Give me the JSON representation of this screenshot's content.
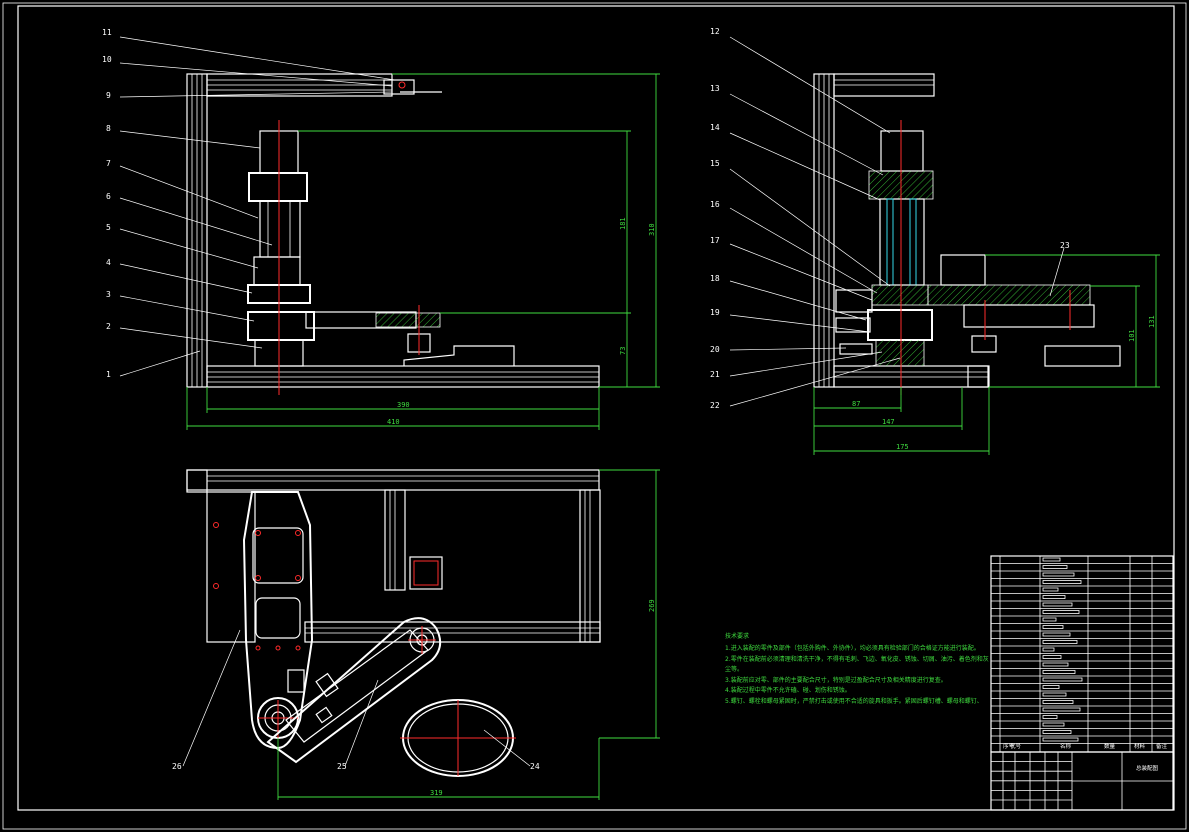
{
  "drawing": {
    "part_labels": [
      "1",
      "2",
      "3",
      "4",
      "5",
      "6",
      "7",
      "8",
      "9",
      "10",
      "11",
      "12",
      "13",
      "14",
      "15",
      "16",
      "17",
      "18",
      "19",
      "20",
      "21",
      "22",
      "23",
      "24",
      "25",
      "26"
    ],
    "front_dims": {
      "d390": "390",
      "d410": "410",
      "d181": "181",
      "d310": "310",
      "d73": "73"
    },
    "side_dims": {
      "d87": "87",
      "d147": "147",
      "d175": "175",
      "d101": "101",
      "d131": "131"
    },
    "top_dims": {
      "d319": "319",
      "d269": "269"
    },
    "tech_notes": {
      "heading": "技术要求",
      "lines": [
        "1.进入装配的零件及部件（包括外购件、外协件），均必须具有检验部门的合格证方能进行装配。",
        "2.零件在装配前必须清理和清洗干净，不得有毛刺、飞边、氧化皮、锈蚀、切屑、油污、着色剂和灰",
        "尘等。",
        "3.装配前应对零、部件的主要配合尺寸，特别是过盈配合尺寸及相关精度进行复查。",
        "4.装配过程中零件不允许磕、碰、划伤和锈蚀。",
        "5.螺钉、螺栓和螺母紧固时，严禁打击或使用不合适的旋具和扳手。紧固后螺钉槽、螺母和螺钉、"
      ]
    },
    "title_block": {
      "name": "总装配图",
      "header_cells": [
        "序号",
        "代号",
        "名称",
        "数量",
        "材料",
        "备注"
      ]
    }
  }
}
